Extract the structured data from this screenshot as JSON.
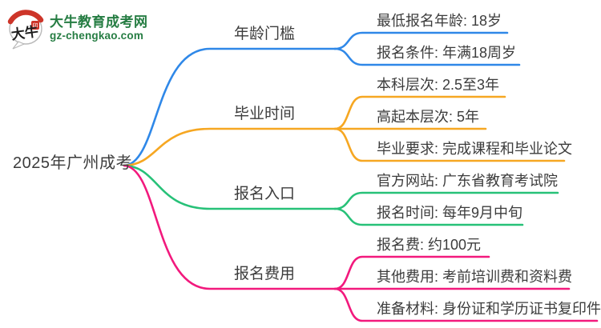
{
  "logo": {
    "icon_text": "大牛",
    "seal_text": "印",
    "site_name": "大牛教育成考网",
    "site_url": "gz-chengkao.com",
    "brand_green": "#267d43",
    "seal_red": "#cd3529",
    "bubble_border": "#b9b9b9",
    "ink_black": "#1c1c1c"
  },
  "root": {
    "label": "2025年广州成考"
  },
  "branches": [
    {
      "label": "年龄门槛",
      "color": "#2f88e8",
      "children": [
        {
          "label": "最低报名年龄: 18岁"
        },
        {
          "label": "报名条件: 年满18周岁"
        }
      ]
    },
    {
      "label": "毕业时间",
      "color": "#f6a722",
      "children": [
        {
          "label": "本科层次: 2.5至3年"
        },
        {
          "label": "高起本层次: 5年"
        },
        {
          "label": "毕业要求: 完成课程和毕业论文"
        }
      ]
    },
    {
      "label": "报名入口",
      "color": "#27c178",
      "children": [
        {
          "label": "官方网站: 广东省教育考试院"
        },
        {
          "label": "报名时间: 每年9月中旬"
        }
      ]
    },
    {
      "label": "报名费用",
      "color": "#f2197d",
      "children": [
        {
          "label": "报名费: 约100元"
        },
        {
          "label": "其他费用: 考前培训费和资料费"
        },
        {
          "label": "准备材料: 身份证和学历证书复印件"
        }
      ]
    }
  ],
  "theme": {
    "text_color": "#3c3c3c"
  }
}
